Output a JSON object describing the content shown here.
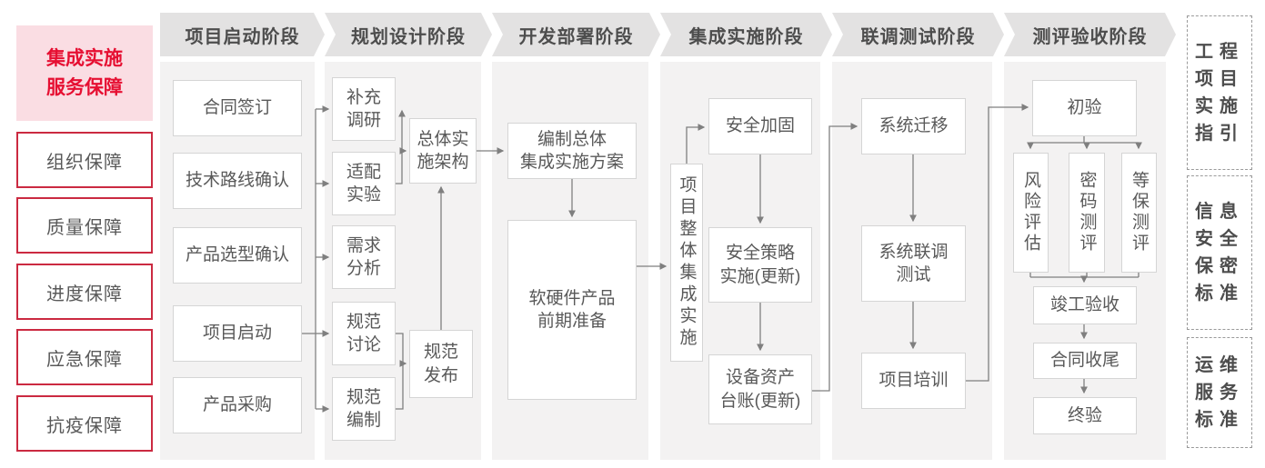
{
  "sidebar": {
    "title": "集成实施\n服务保障",
    "items": [
      "组织保障",
      "质量保障",
      "进度保障",
      "应急保障",
      "抗疫保障"
    ]
  },
  "phases": [
    "项目启动阶段",
    "规划设计阶段",
    "开发部署阶段",
    "集成实施阶段",
    "联调测试阶段",
    "测评验收阶段"
  ],
  "phase1": {
    "contract_signing": "合同签订",
    "tech_route_confirm": "技术路线确认",
    "product_selection_confirm": "产品选型确认",
    "project_kickoff": "项目启动",
    "product_procurement": "产品采购"
  },
  "phase2": {
    "supplementary_research": "补充\n调研",
    "adaptation_test": "适配\n实验",
    "requirement_analysis": "需求\n分析",
    "spec_discussion": "规范\n讨论",
    "spec_drafting": "规范\n编制",
    "overall_architecture": "总体实\n施架构",
    "spec_release": "规范\n发布"
  },
  "phase3": {
    "overall_plan": "编制总体\n集成实施方案",
    "preparation": "软硬件产品\n前期准备"
  },
  "phase4": {
    "overall_integration": "项目整体集成实施",
    "security_hardening": "安全加固",
    "security_policy": "安全策略\n实施(更新)",
    "asset_ledger": "设备资产\n台账(更新)"
  },
  "phase5": {
    "system_migration": "系统迁移",
    "joint_testing": "系统联调\n测试",
    "project_training": "项目培训"
  },
  "phase6": {
    "initial_acceptance": "初验",
    "risk_assessment": "风险评估",
    "crypto_testing": "密码测评",
    "mlps_testing": "等保测评",
    "completion_acceptance": "竣工验收",
    "contract_closure": "合同收尾",
    "final_acceptance": "终验"
  },
  "right_panel": [
    "工程\n项目\n实施\n指引",
    "信息\n安全\n保密\n标准",
    "运维\n服务\n标准"
  ],
  "colors": {
    "accent_red": "#e60f32",
    "pink_bg": "#fadde3",
    "red_border": "#cb2a41",
    "header_gray": "#e3e2e2",
    "column_gray": "#f3f2f2",
    "box_border": "#d5d5d5",
    "text_gray": "#595959",
    "line_gray": "#7f7f7f"
  }
}
